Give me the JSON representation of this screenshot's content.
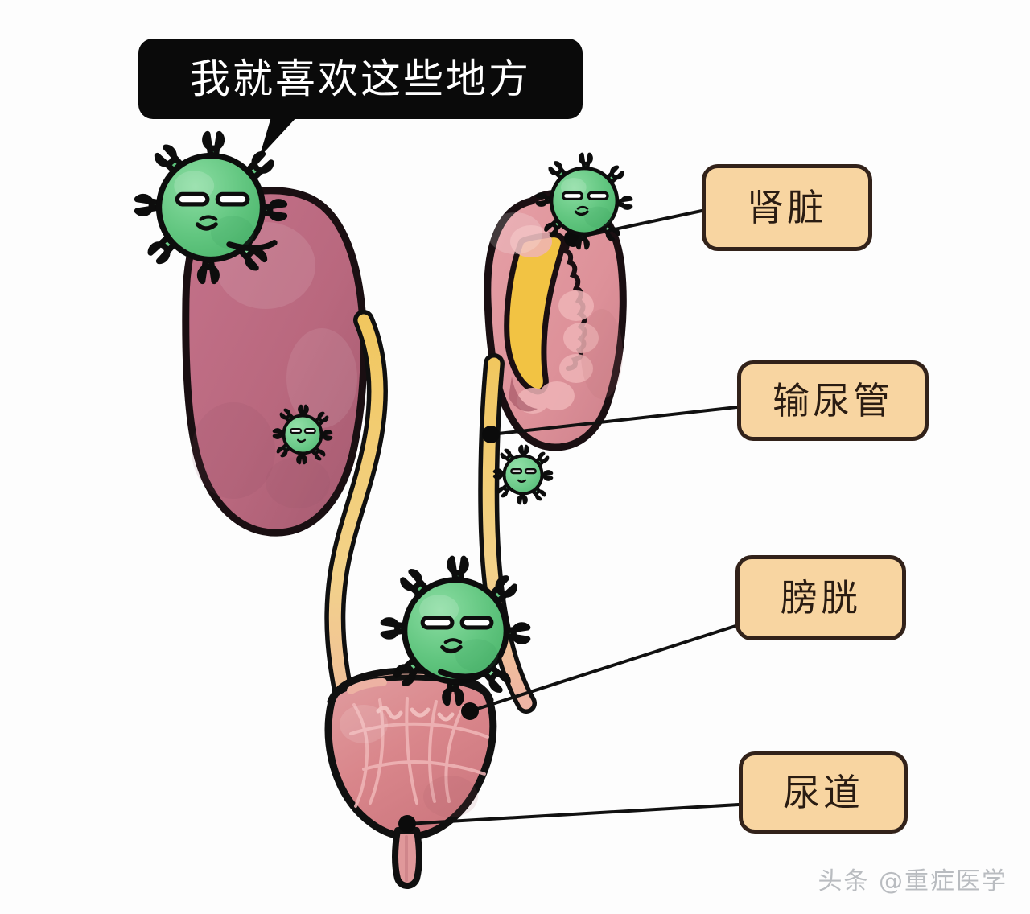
{
  "image": {
    "kind": "medical-illustration",
    "subject": "urinary-tract-with-cartoon-virus-characters",
    "background_color": "#fdfdfd"
  },
  "speech_bubble": {
    "text": "我就喜欢这些地方",
    "background_color": "#0a0a0a",
    "text_color": "#ffffff",
    "tail_direction": "down-left",
    "points_at": "virus-on-left-kidney"
  },
  "labels": [
    {
      "id": "kidney",
      "text": "肾脏",
      "fill_color": "#f8d5a1",
      "border_color": "#32221a",
      "text_color": "#2a1c12",
      "anchor": "right-kidney"
    },
    {
      "id": "ureter",
      "text": "输尿管",
      "fill_color": "#f8d5a1",
      "border_color": "#32221a",
      "text_color": "#2a1c12",
      "anchor": "right-ureter"
    },
    {
      "id": "bladder",
      "text": "膀胱",
      "fill_color": "#f8d5a1",
      "border_color": "#32221a",
      "text_color": "#2a1c12",
      "anchor": "bladder-wall"
    },
    {
      "id": "urethra",
      "text": "尿道",
      "fill_color": "#f8d5a1",
      "border_color": "#32221a",
      "text_color": "#2a1c12",
      "anchor": "urethra-neck"
    }
  ],
  "anatomy": {
    "left_kidney": {
      "name": "左肾",
      "role": "kidney-whole-view",
      "fill_color": "#b9687e",
      "outline_color": "#1a0f12"
    },
    "right_kidney": {
      "name": "右肾",
      "role": "kidney-cross-section",
      "fill_color": "#dd9199",
      "pelvis_color": "#f2c343",
      "outline_color": "#1a0f12"
    },
    "ureters": {
      "name": "输尿管",
      "fill_color": "#f2cd78",
      "lower_fill_color": "#edb2a3",
      "outline_color": "#101010",
      "count": 2
    },
    "bladder": {
      "name": "膀胱",
      "fill_color": "#dd8d91",
      "rim_color": "#edb2a3",
      "outline_color": "#101010"
    },
    "urethra": {
      "name": "尿道",
      "fill_color": "#e0989a",
      "outline_color": "#101010"
    }
  },
  "viruses": [
    {
      "id": "virus-left-kidney",
      "size": "large",
      "expression": "smug-smile",
      "body_color": "#62c680",
      "outline_color": "#0d0d0d"
    },
    {
      "id": "virus-right-kidney",
      "size": "medium",
      "expression": "smug-smile",
      "body_color": "#62c680",
      "outline_color": "#0d0d0d"
    },
    {
      "id": "virus-bladder",
      "size": "large",
      "expression": "smug-smile",
      "body_color": "#62c680",
      "outline_color": "#0d0d0d"
    },
    {
      "id": "virus-left-ureter-small",
      "size": "small",
      "expression": "smug-smile",
      "body_color": "#6ecb8b",
      "outline_color": "#0d0d0d"
    },
    {
      "id": "virus-right-ureter-small",
      "size": "small",
      "expression": "smug-smile",
      "body_color": "#6ecb8b",
      "outline_color": "#0d0d0d"
    }
  ],
  "watermark": {
    "text": "头条 @重症医学",
    "color": "#b9bcc0"
  }
}
